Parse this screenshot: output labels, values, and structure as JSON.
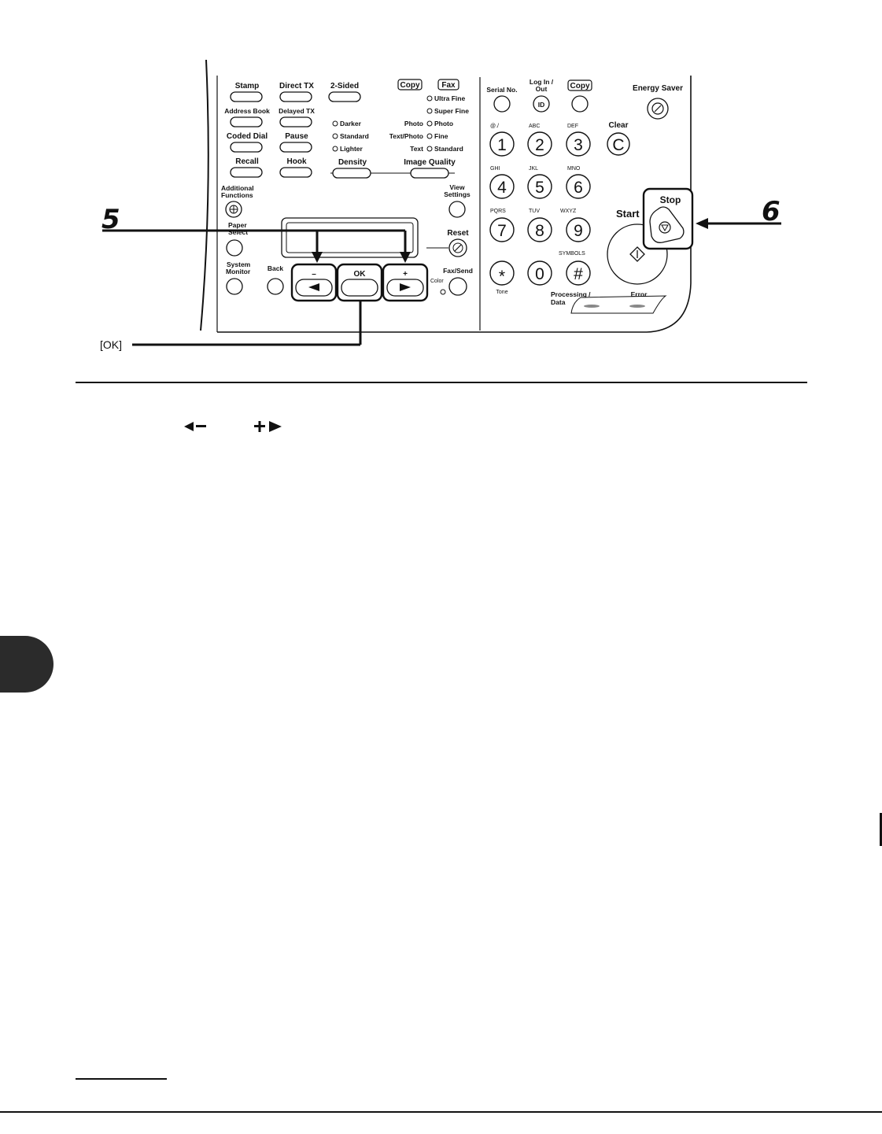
{
  "panel": {
    "buttons": {
      "stamp": "Stamp",
      "direct_tx": "Direct TX",
      "two_sided": "2-Sided",
      "address_book": "Address Book",
      "delayed_tx": "Delayed TX",
      "coded_dial": "Coded Dial",
      "pause": "Pause",
      "recall": "Recall",
      "hook": "Hook",
      "density": "Density",
      "image_quality": "Image Quality",
      "additional_functions_1": "Additional",
      "additional_functions_2": "Functions",
      "paper_select_1": "Paper",
      "paper_select_2": "Select",
      "system_monitor_1": "System",
      "system_monitor_2": "Monitor",
      "back": "Back",
      "minus": "–",
      "ok": "OK",
      "plus": "+",
      "view_settings_1": "View",
      "view_settings_2": "Settings",
      "reset": "Reset",
      "fax_send": "Fax/Send",
      "color": "Color",
      "serial_no": "Serial No.",
      "log_in_out_1": "Log In /",
      "log_in_out_2": "Out",
      "id": "ID",
      "copy_key": "Copy",
      "energy_saver": "Energy Saver",
      "clear": "Clear",
      "clear_glyph": "C",
      "start": "Start",
      "stop": "Stop",
      "tone": "Tone",
      "processing_data_1": "Processing /",
      "processing_data_2": "Data",
      "error": "Error"
    },
    "mode_tags": {
      "copy": "Copy",
      "fax": "Fax"
    },
    "density_levels": [
      "Darker",
      "Standard",
      "Lighter"
    ],
    "fax_quality": [
      "Ultra Fine",
      "Super Fine",
      "Photo",
      "Fine",
      "Standard"
    ],
    "copy_quality": [
      "Photo",
      "Text/Photo",
      "Text"
    ],
    "keypad": [
      {
        "digit": "1",
        "letters": "@./"
      },
      {
        "digit": "2",
        "letters": "ABC"
      },
      {
        "digit": "3",
        "letters": "DEF"
      },
      {
        "digit": "4",
        "letters": "GHI"
      },
      {
        "digit": "5",
        "letters": "JKL"
      },
      {
        "digit": "6",
        "letters": "MNO"
      },
      {
        "digit": "7",
        "letters": "PQRS"
      },
      {
        "digit": "8",
        "letters": "TUV"
      },
      {
        "digit": "9",
        "letters": "WXYZ"
      },
      {
        "digit": "*",
        "letters": ""
      },
      {
        "digit": "0",
        "letters": ""
      },
      {
        "digit": "#",
        "letters": "SYMBOLS"
      }
    ]
  },
  "callouts": {
    "step_5": "5",
    "step_6": "6",
    "ok_caption": "[OK]"
  },
  "icons": [
    "left-arrow-icon",
    "right-arrow-icon",
    "stop-icon",
    "start-icon",
    "reset-icon",
    "energy-saver-icon",
    "additional-functions-icon",
    "minus-icon",
    "plus-icon"
  ],
  "colors": {
    "ink": "#111111",
    "page": "#ffffff",
    "tab": "#2b2b2b"
  }
}
